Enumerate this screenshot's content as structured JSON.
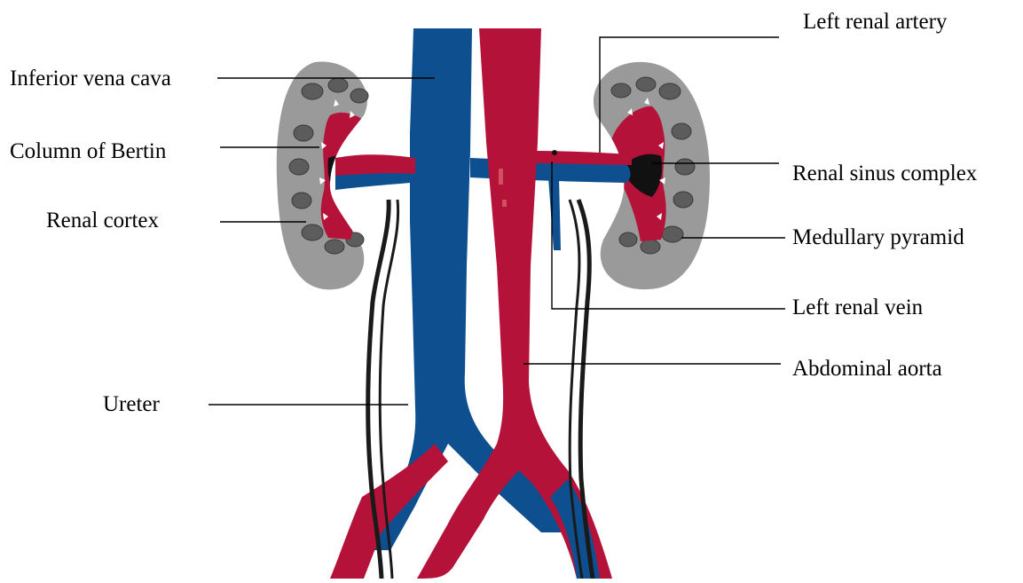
{
  "labels": {
    "inferior_vena_cava": "Inferior vena cava",
    "column_of_bertin": "Column of Bertin",
    "renal_cortex": "Renal cortex",
    "ureter": "Ureter",
    "left_renal_artery": "Left renal artery",
    "renal_sinus_complex": "Renal sinus complex",
    "medullary_pyramid": "Medullary pyramid",
    "left_renal_vein": "Left renal vein",
    "abdominal_aorta": "Abdominal aorta"
  },
  "colors": {
    "vein_blue": "#0d4f8f",
    "artery_red": "#b5123a",
    "kidney_gray": "#9a9a9a",
    "pyramid_dark": "#5c5c5c",
    "sinus_black": "#111111",
    "ureter_black": "#1a1a1a",
    "leader_line": "#000000"
  }
}
